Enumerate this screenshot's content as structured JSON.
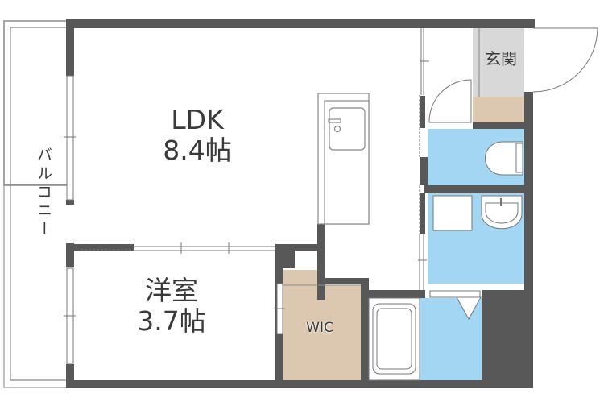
{
  "floor_plan": {
    "rooms": {
      "ldk": {
        "name": "LDK",
        "size": "8.4帖"
      },
      "western_room": {
        "name": "洋室",
        "size": "3.7帖"
      },
      "entrance": {
        "name": "玄関"
      },
      "walk_in_closet": {
        "name": "WIC"
      },
      "balcony": {
        "name": "バルコニー"
      }
    },
    "colors": {
      "wall": "#585858",
      "wet_area": "#a3d6f2",
      "closet_floor": "#dcc8b0",
      "entrance_floor": "#d8d8d8",
      "line": "#777777"
    }
  }
}
